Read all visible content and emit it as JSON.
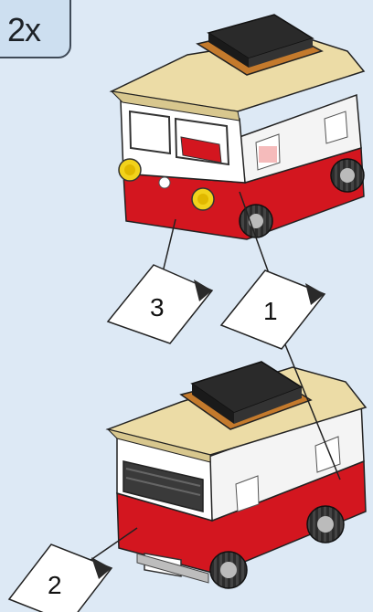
{
  "multiplier_badge": {
    "text": "2x"
  },
  "callouts": [
    {
      "number": "3"
    },
    {
      "number": "1"
    },
    {
      "number": "2"
    }
  ],
  "colors": {
    "background": "#dde9f5",
    "roof": "#ecdca6",
    "body_red": "#d3161f",
    "body_white": "#ffffff",
    "rack_brown": "#c47a2c",
    "cargo_black": "#2a2a2a",
    "headlight": "#f2d21b"
  }
}
